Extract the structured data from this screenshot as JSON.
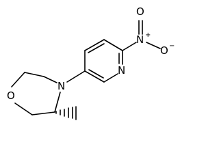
{
  "molecule": {
    "atoms": {
      "ring_oxygen": "O",
      "morpholine_nitrogen": "N",
      "pyridine_nitrogen": "N",
      "nitro_nitrogen": "N",
      "nitro_oxygen_top": "O",
      "nitro_oxygen_right": "O"
    },
    "charges": {
      "nitro_nitrogen": "+",
      "nitro_oxygen_right": "−"
    }
  }
}
